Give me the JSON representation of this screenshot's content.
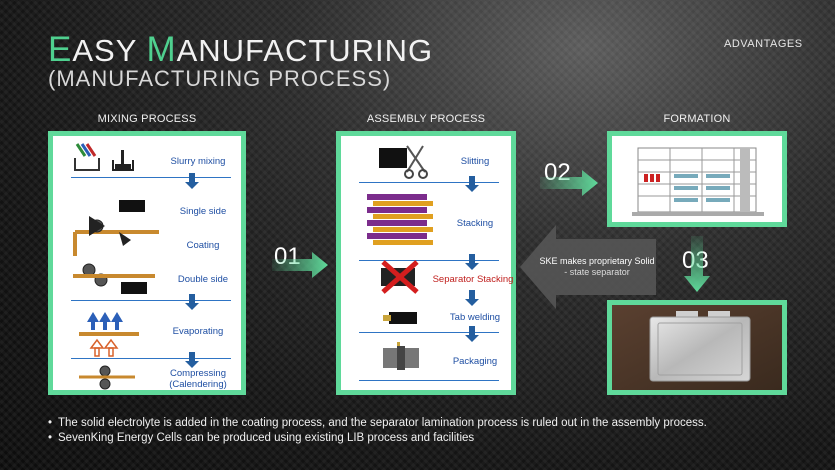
{
  "header": {
    "title_first_letter": "E",
    "title_part1": "ASY ",
    "title_second_letter": "M",
    "title_part2": "ANUFACTURING",
    "subtitle": "(MANUFACTURING PROCESS)",
    "tag": "ADVANTAGES"
  },
  "mixing": {
    "heading": "MIXING PROCESS",
    "steps": [
      "Slurry mixing",
      "Single side",
      "Coating",
      "Double side",
      "Evaporating",
      "Compressing",
      "(Calendering)"
    ]
  },
  "assembly": {
    "heading": "ASSEMBLY PROCESS",
    "steps": [
      "Slitting",
      "Stacking",
      "Separator Stacking",
      "Tab welding",
      "Packaging"
    ]
  },
  "formation": {
    "heading": "FORMATION"
  },
  "flow": {
    "step1": "01",
    "step2": "02",
    "step3": "03",
    "note_line1": "SKE makes proprietary Solid",
    "note_line2": "- state separator"
  },
  "bullets": [
    "The solid electrolyte is added in the coating process, and the separator lamination process is ruled out in the assembly process.",
    "SevenKing Energy Cells can be produced using existing LIB process and facilities"
  ],
  "colors": {
    "accent_green": "#5fd99a",
    "label_blue": "#1f4fa3",
    "highlight_red": "#c0201e"
  }
}
